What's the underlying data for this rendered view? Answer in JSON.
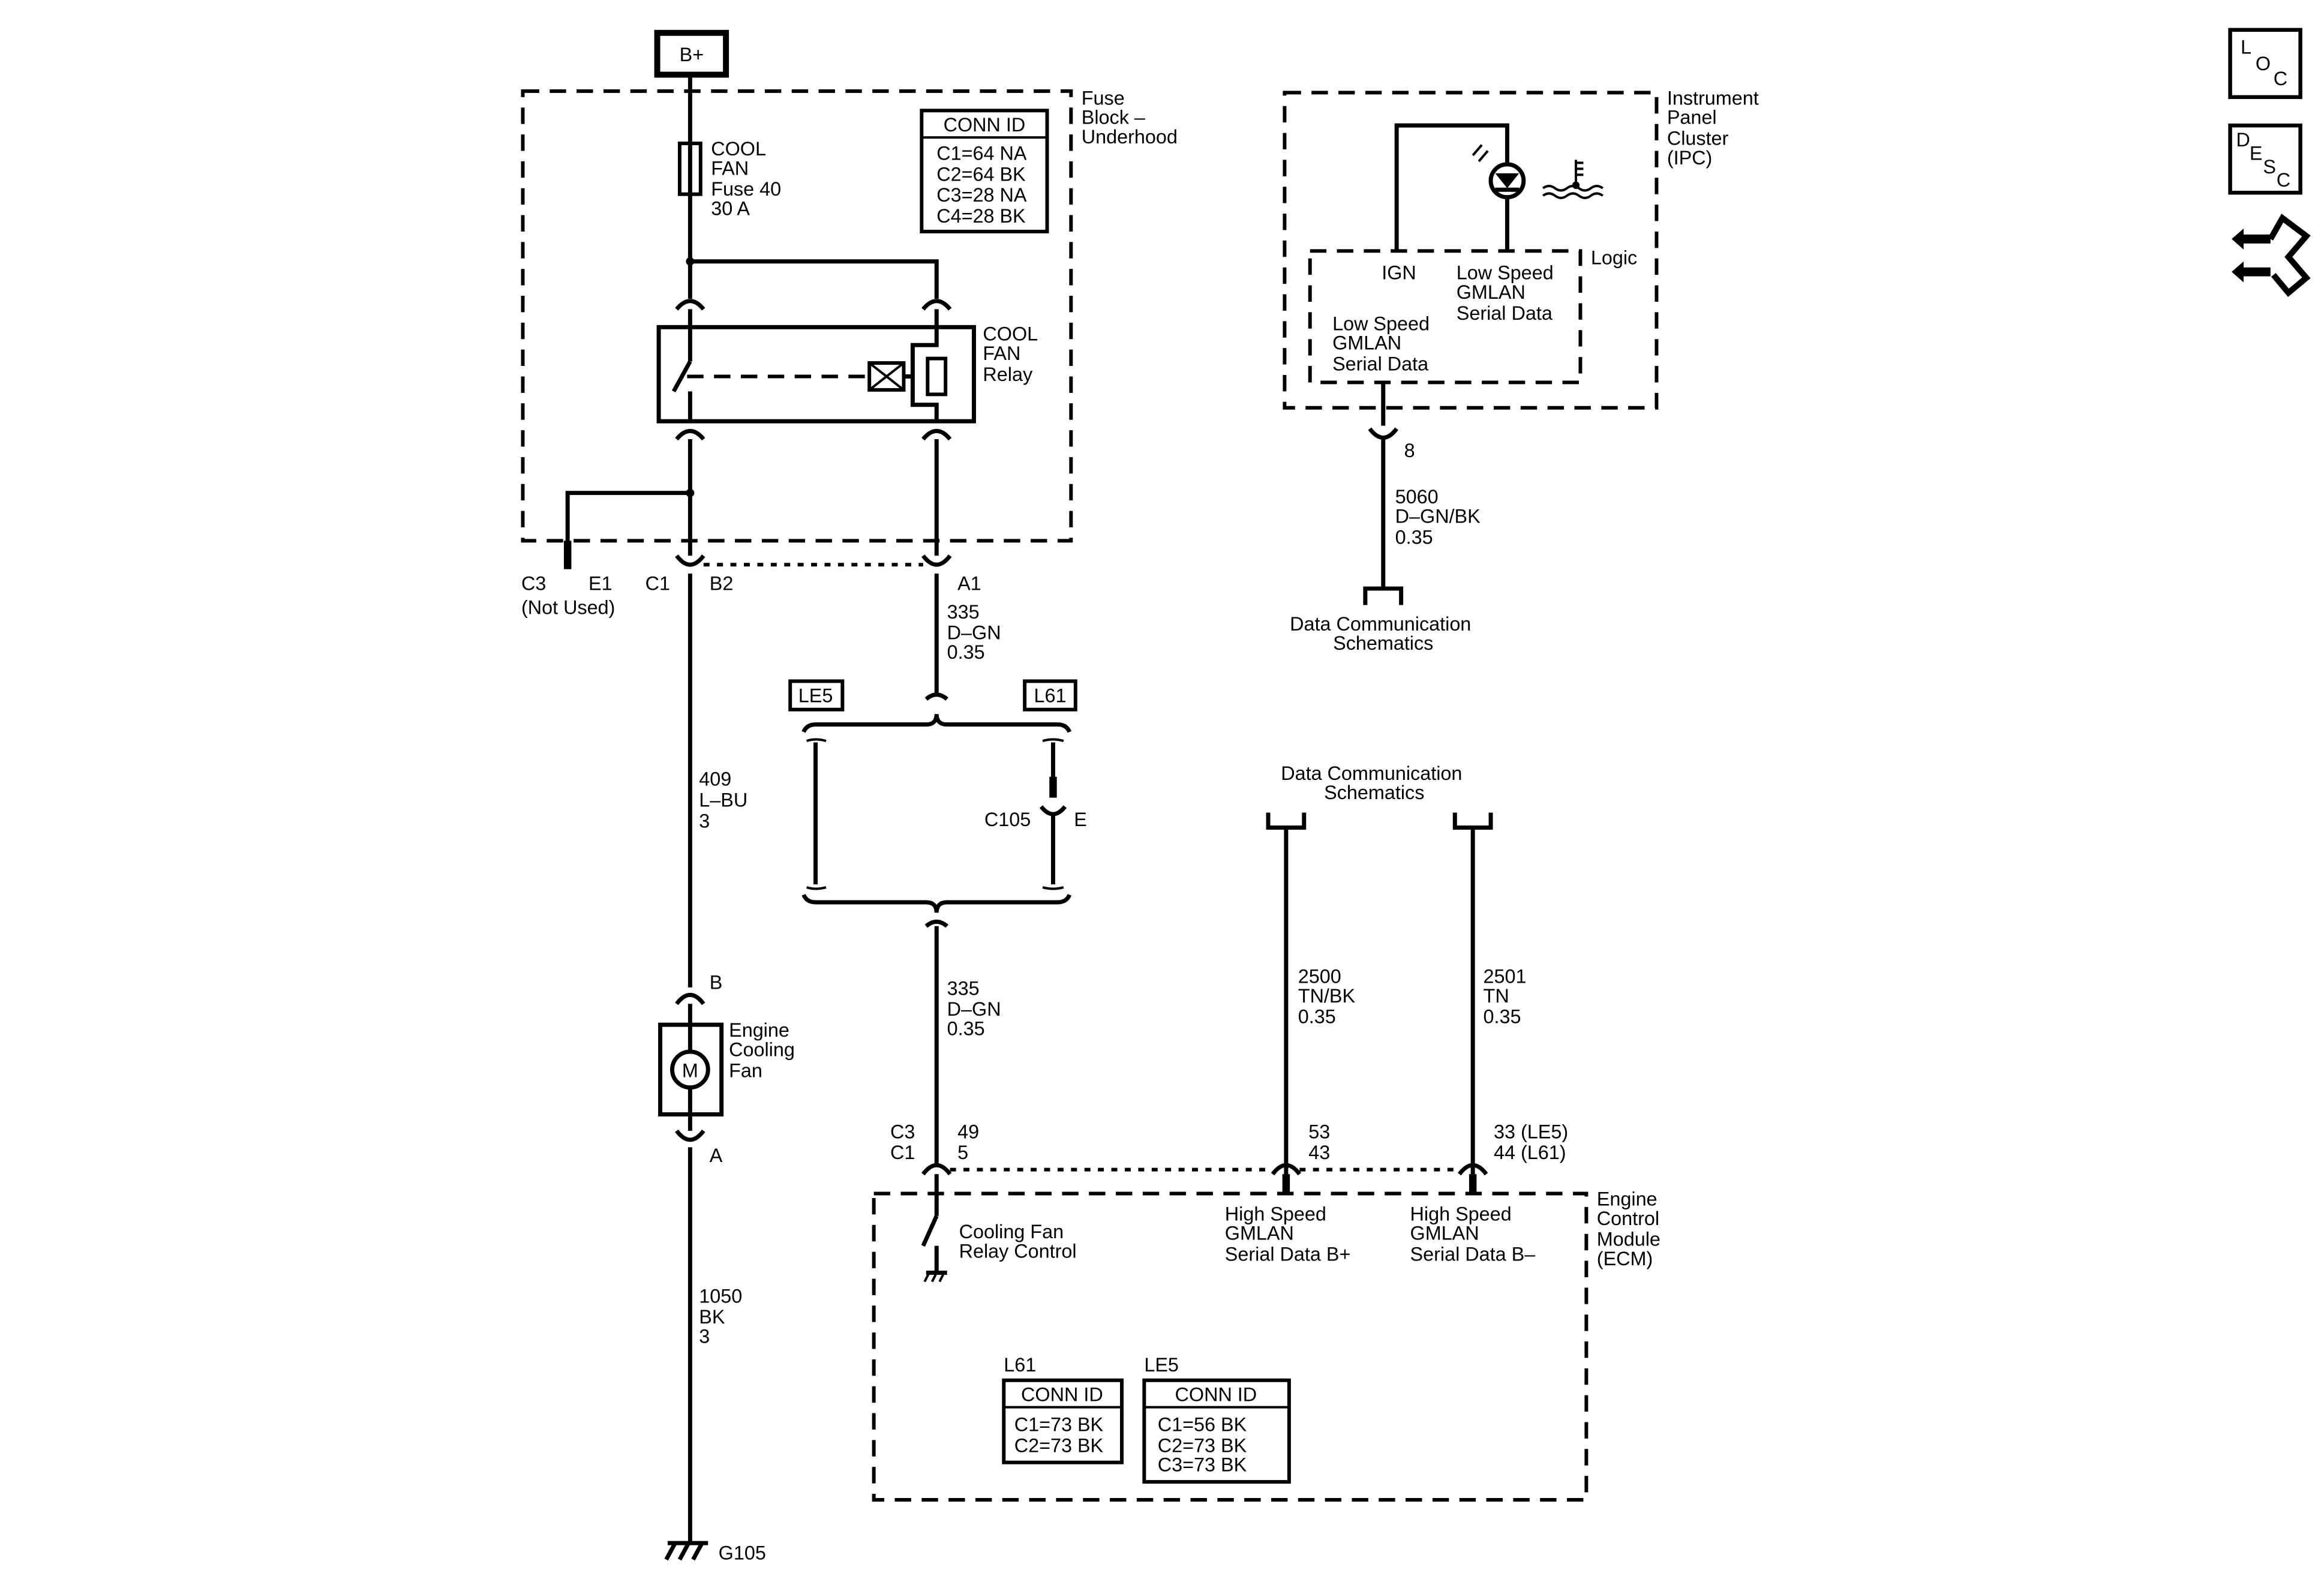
{
  "power": {
    "b_plus": "B+"
  },
  "fuse_block": {
    "title": [
      "Fuse",
      "Block –",
      "Underhood"
    ],
    "fuse": [
      "COOL",
      "FAN",
      "Fuse 40",
      "30 A"
    ],
    "relay": [
      "COOL",
      "FAN",
      "Relay"
    ],
    "conn_id": {
      "title": "CONN ID",
      "rows": [
        "C1=64 NA",
        "C2=64 BK",
        "C3=28 NA",
        "C4=28 BK"
      ]
    },
    "pins": {
      "c3": "C3",
      "e1": "E1",
      "not_used": "(Not Used)",
      "c1": "C1",
      "b2": "B2",
      "a1": "A1"
    }
  },
  "wires": {
    "w335_upper": [
      "335",
      "D–GN",
      "0.35"
    ],
    "w409": [
      "409",
      "L–BU",
      "3"
    ],
    "w335_lower": [
      "335",
      "D–GN",
      "0.35"
    ],
    "w1050": [
      "1050",
      "BK",
      "3"
    ],
    "w2500": [
      "2500",
      "TN/BK",
      "0.35"
    ],
    "w2501": [
      "2501",
      "TN",
      "0.35"
    ],
    "w5060": [
      "5060",
      "D–GN/BK",
      "0.35"
    ]
  },
  "options": {
    "le5": "LE5",
    "l61": "L61",
    "c105": "C105",
    "e": "E"
  },
  "fan": {
    "label": [
      "Engine",
      "Cooling",
      "Fan"
    ],
    "motor": "M",
    "pin_b": "B",
    "pin_a": "A"
  },
  "ground": {
    "label": "G105"
  },
  "ipc": {
    "title": [
      "Instrument",
      "Panel",
      "Cluster",
      "(IPC)"
    ],
    "logic": "Logic",
    "ign": "IGN",
    "low_speed_right": [
      "Low Speed",
      "GMLAN",
      "Serial Data"
    ],
    "low_speed_left": [
      "Low Speed",
      "GMLAN",
      "Serial Data"
    ],
    "pin": "8",
    "data_comm": [
      "Data Communication",
      "Schematics"
    ]
  },
  "data_comm_mid": [
    "Data Communication",
    "Schematics"
  ],
  "ecm": {
    "title": [
      "Engine",
      "Control",
      "Module",
      "(ECM)"
    ],
    "pins_conn": [
      "C3",
      "C1"
    ],
    "pins_ctrl": [
      "49",
      "5"
    ],
    "pins_hs_plus": [
      "53",
      "43"
    ],
    "pins_hs_minus": [
      "33 (LE5)",
      "44 (L61)"
    ],
    "relay_control": [
      "Cooling Fan",
      "Relay Control"
    ],
    "hs_plus": [
      "High Speed",
      "GMLAN",
      "Serial Data B+"
    ],
    "hs_minus": [
      "High Speed",
      "GMLAN",
      "Serial Data B–"
    ],
    "conn_l61": {
      "label": "L61",
      "title": "CONN ID",
      "rows": [
        "C1=73 BK",
        "C2=73 BK"
      ]
    },
    "conn_le5": {
      "label": "LE5",
      "title": "CONN ID",
      "rows": [
        "C1=56 BK",
        "C2=73 BK",
        "C3=73 BK"
      ]
    }
  },
  "side_icons": {
    "loc": [
      "L",
      "O",
      "C"
    ],
    "desc": [
      "D",
      "E",
      "S",
      "C"
    ]
  }
}
